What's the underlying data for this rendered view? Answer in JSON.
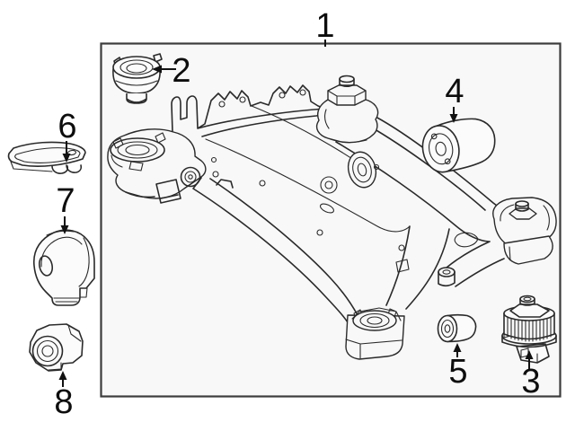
{
  "diagram": {
    "background_color": "#ffffff",
    "panel_fill": "#f8f8f8",
    "panel_border_color": "#3c3c3c",
    "line_color": "#2a2a2a",
    "label_color": "#0d0d0d",
    "description": "Exploded parts line diagram of a rear suspension crossmember with numbered callouts"
  },
  "callouts": [
    {
      "number": "1"
    },
    {
      "number": "2"
    },
    {
      "number": "3"
    },
    {
      "number": "4"
    },
    {
      "number": "5"
    },
    {
      "number": "6"
    },
    {
      "number": "7"
    },
    {
      "number": "8"
    }
  ]
}
